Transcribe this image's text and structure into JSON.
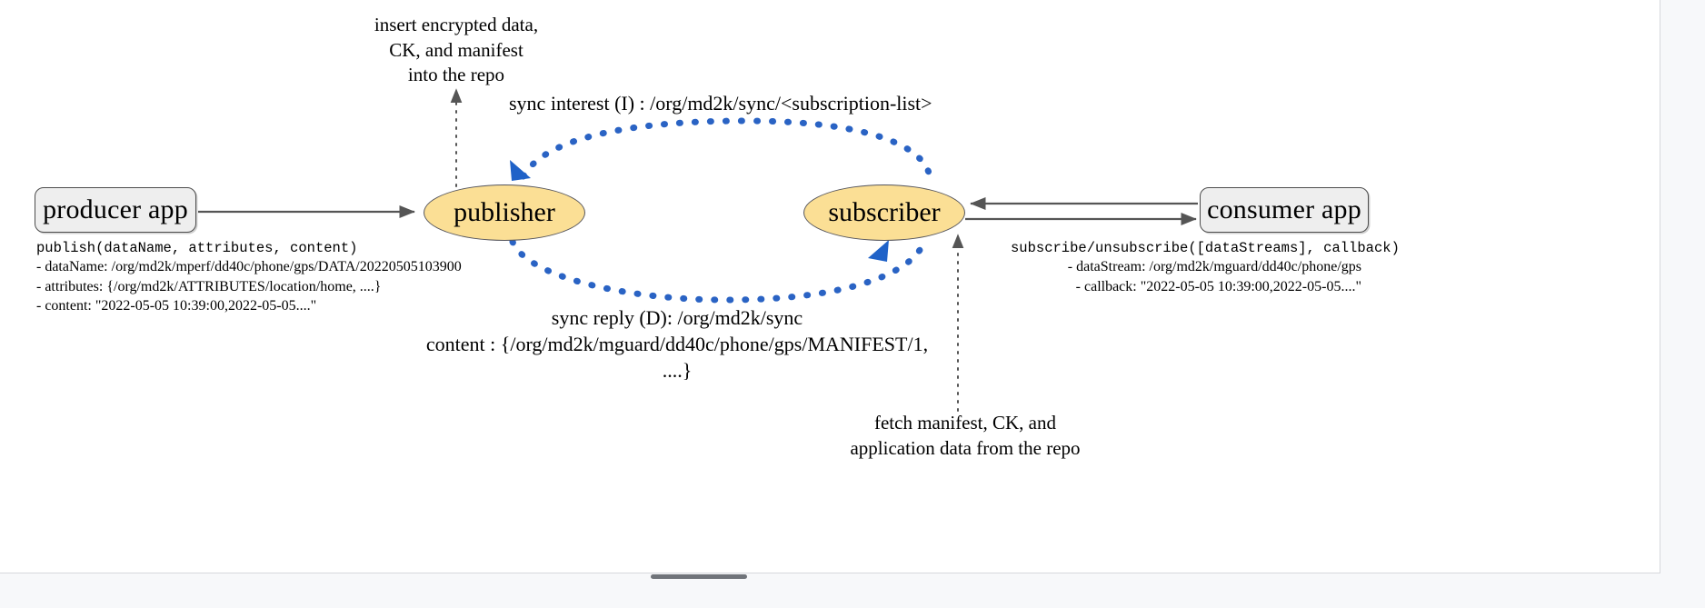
{
  "diagram": {
    "title": "NDN pub/sub publisher-subscriber sync diagram",
    "nodes": {
      "producer_app": "producer app",
      "publisher": "publisher",
      "subscriber": "subscriber",
      "consumer_app": "consumer  app"
    },
    "notes": {
      "insert_note_line1": "insert encrypted data,",
      "insert_note_line2": "CK, and manifest",
      "insert_note_line3": "into the repo",
      "fetch_note_line1": "fetch manifest, CK, and",
      "fetch_note_line2": "application data from the repo"
    },
    "sync": {
      "interest_label": "sync interest (I) : /org/md2k/sync/<subscription-list>",
      "reply_line1": "sync reply (D): /org/md2k/sync",
      "reply_line2": "content : {/org/md2k/mguard/dd40c/phone/gps/MANIFEST/1,",
      "reply_line3": "....}"
    },
    "publish_api": {
      "signature": "publish(dataName, attributes, content)",
      "params": [
        "- dataName: /org/md2k/mperf/dd40c/phone/gps/DATA/20220505103900",
        "- attributes: {/org/md2k/ATTRIBUTES/location/home, ....}",
        "- content: \"2022-05-05 10:39:00,2022-05-05....\""
      ]
    },
    "subscribe_api": {
      "signature": "subscribe/unsubscribe([dataStreams], callback)",
      "params": [
        "- dataStream: /org/md2k/mguard/dd40c/phone/gps",
        "- callback: \"2022-05-05 10:39:00,2022-05-05....\""
      ]
    },
    "colors": {
      "node_fill": "#fbdf95",
      "node_stroke": "#55555c",
      "box_fill": "#eeeeee",
      "box_stroke": "#4d4d4d",
      "sync_arrow": "#2a63c4",
      "solid_arrow": "#555555",
      "page_background": "#ffffff",
      "canvas_background": "#f7f8fa"
    }
  }
}
